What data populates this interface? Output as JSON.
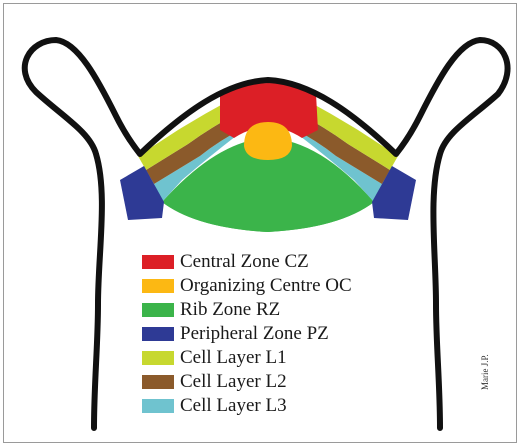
{
  "zone_colors": {
    "central_zone": "#dc1f26",
    "organizing_centre": "#fcb813",
    "rib_zone": "#3bb44a",
    "peripheral_zone": "#2e3a95",
    "cell_layer_l1": "#c7d82f",
    "cell_layer_l2": "#8b5a2b",
    "cell_layer_l3": "#6fc3cf",
    "outline": "#111111"
  },
  "legend": {
    "items": [
      {
        "label": "Central Zone CZ",
        "color": "#dc1f26"
      },
      {
        "label": "Organizing Centre OC",
        "color": "#fcb813"
      },
      {
        "label": "Rib Zone RZ",
        "color": "#3bb44a"
      },
      {
        "label": "Peripheral Zone PZ",
        "color": "#2e3a95"
      },
      {
        "label": "Cell Layer L1",
        "color": "#c7d82f"
      },
      {
        "label": "Cell Layer L2",
        "color": "#8b5a2b"
      },
      {
        "label": "Cell Layer L3",
        "color": "#6fc3cf"
      }
    ]
  },
  "credit": "Marie J.P."
}
